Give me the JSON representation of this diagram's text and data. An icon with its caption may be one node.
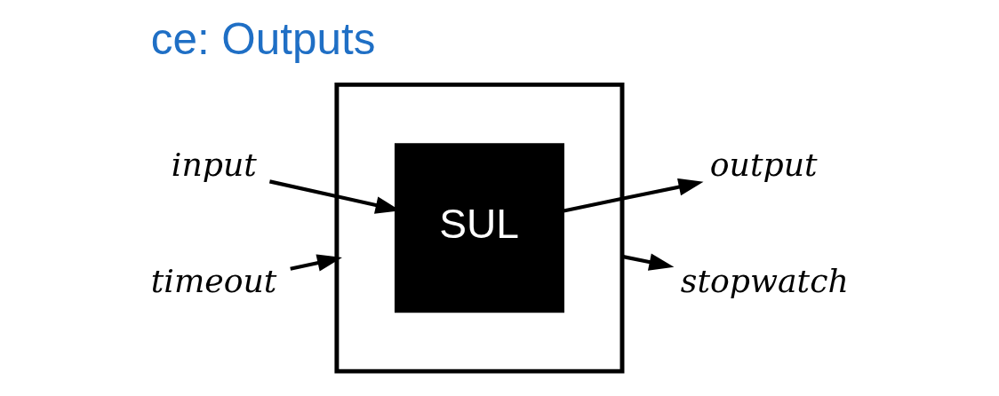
{
  "diagram": {
    "title": "ce: Outputs",
    "nodes": [
      {
        "text": [],
        "shape": "box"
      },
      {
        "text": [
          "SUL"
        ],
        "in": 0
      },
      {
        "text": [
          "input"
        ]
      },
      {
        "text": [
          "output"
        ]
      },
      {
        "text": [
          "stopwatch"
        ]
      },
      {
        "text": [
          "timeout"
        ]
      }
    ],
    "edges": [
      {
        "from": 2,
        "to": 1,
        "arrow": "to"
      },
      {
        "from": 1,
        "to": 3,
        "arrow": "to"
      },
      {
        "from": 0,
        "to": 4,
        "arrow": "to"
      },
      {
        "from": 5,
        "to": 0,
        "arrow": "to"
      }
    ]
  }
}
